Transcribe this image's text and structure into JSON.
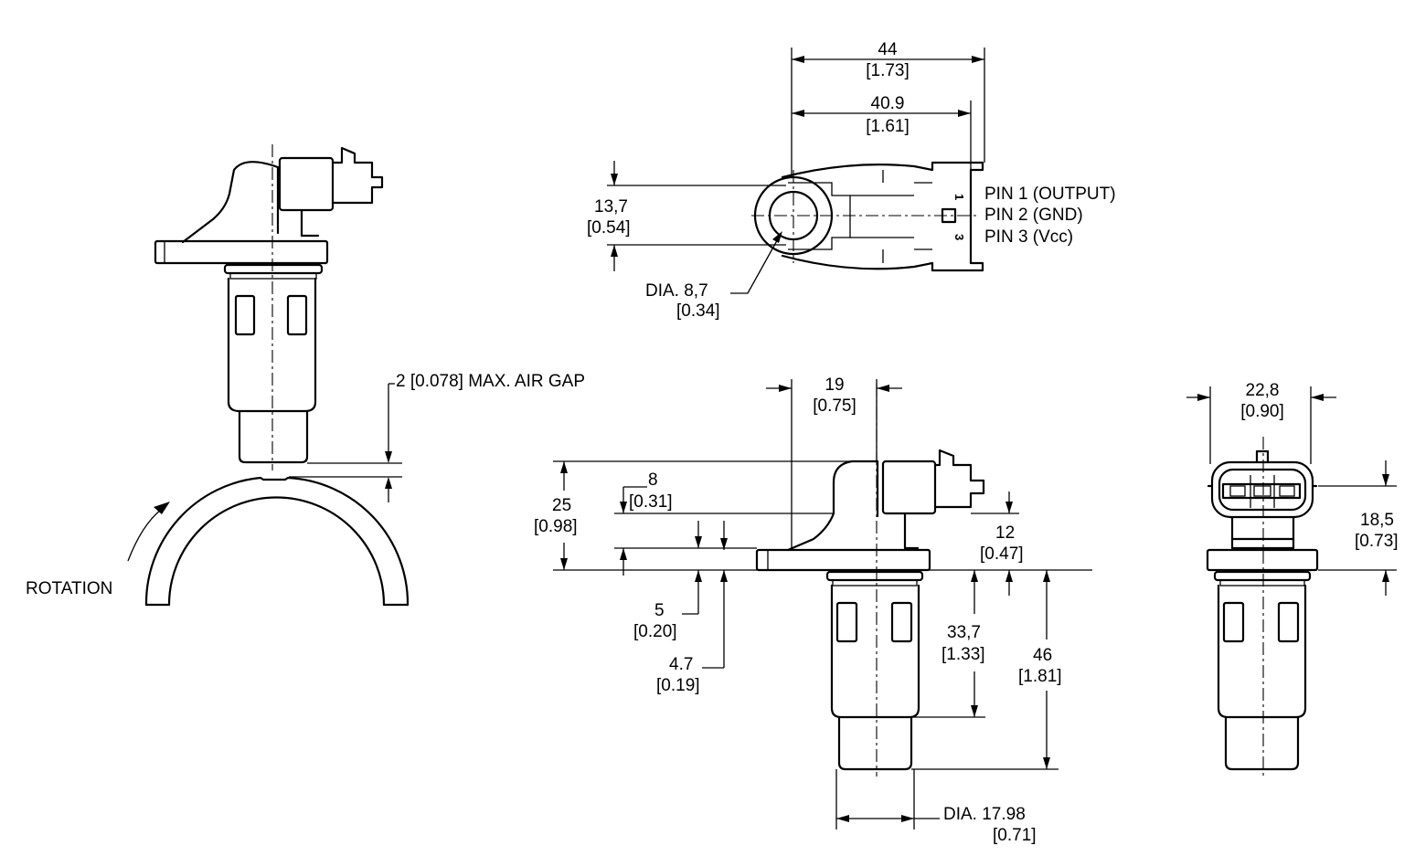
{
  "colors": {
    "line": "#000000",
    "background": "#ffffff"
  },
  "side_view": {
    "air_gap_label": "2 [0.078] MAX. AIR GAP",
    "rotation_label": "ROTATION"
  },
  "top_view": {
    "dim_44": {
      "mm": "44",
      "in": "[1.73]"
    },
    "dim_40_9": {
      "mm": "40.9",
      "in": "[1.61]"
    },
    "dim_13_7": {
      "mm": "13,7",
      "in": "[0.54]"
    },
    "dia_8_7": {
      "mm": "DIA. 8,7",
      "in": "[0.34]"
    },
    "pin_labels": [
      "PIN 1 (OUTPUT)",
      "PIN 2 (GND)",
      "PIN 3 (Vcc)"
    ],
    "pin_numbers": [
      "1",
      "3"
    ]
  },
  "front_view": {
    "dim_19": {
      "mm": "19",
      "in": "[0.75]"
    },
    "dim_25": {
      "mm": "25",
      "in": "[0.98]"
    },
    "dim_8": {
      "mm": "8",
      "in": "[0.31]"
    },
    "dim_12": {
      "mm": "12",
      "in": "[0.47]"
    },
    "dim_5": {
      "mm": "5",
      "in": "[0.20]"
    },
    "dim_4_7": {
      "mm": "4.7",
      "in": "[0.19]"
    },
    "dim_33_7": {
      "mm": "33,7",
      "in": "[1.33]"
    },
    "dim_46": {
      "mm": "46",
      "in": "[1.81]"
    },
    "dia_17_98": {
      "mm": "DIA. 17.98",
      "in": "[0.71]"
    }
  },
  "end_view": {
    "dim_22_8": {
      "mm": "22,8",
      "in": "[0.90]"
    },
    "dim_18_5": {
      "mm": "18,5",
      "in": "[0.73]"
    }
  }
}
